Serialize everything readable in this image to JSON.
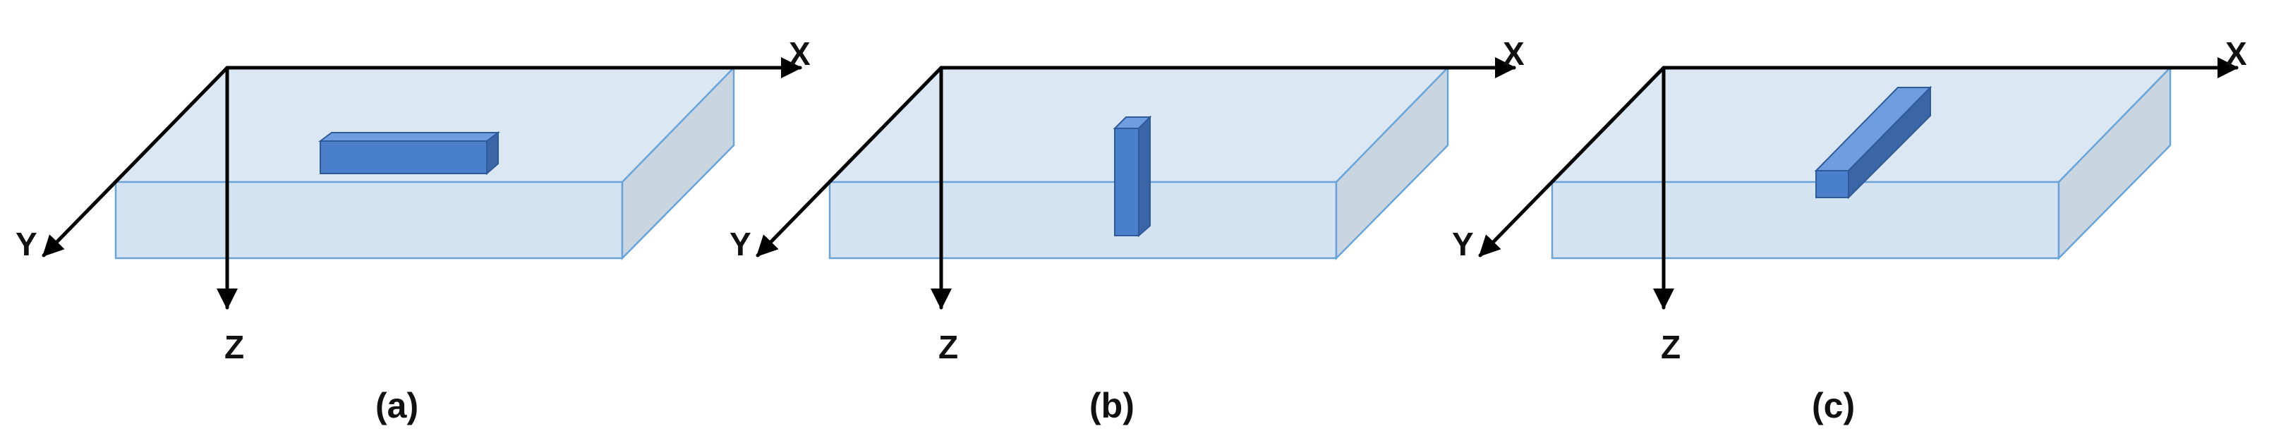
{
  "colors": {
    "slab_top": "#dbe7f3",
    "slab_front": "#d3e3f1",
    "slab_side": "#c9d6e2",
    "slab_edge": "#6aa3d8",
    "bar_front": "#4a7fcc",
    "bar_top": "#6f9ee0",
    "bar_side": "#3a66a8",
    "bar_edge": "#2f5a9a",
    "axis": "#000000"
  },
  "panels": [
    {
      "caption": "(a)",
      "axis_labels": {
        "x": "X",
        "y": "Y",
        "z": "Z"
      },
      "bar_orientation": "x"
    },
    {
      "caption": "(b)",
      "axis_labels": {
        "x": "X",
        "y": "Y",
        "z": "Z"
      },
      "bar_orientation": "z"
    },
    {
      "caption": "(c)",
      "axis_labels": {
        "x": "X",
        "y": "Y",
        "z": "Z"
      },
      "bar_orientation": "y"
    }
  ]
}
